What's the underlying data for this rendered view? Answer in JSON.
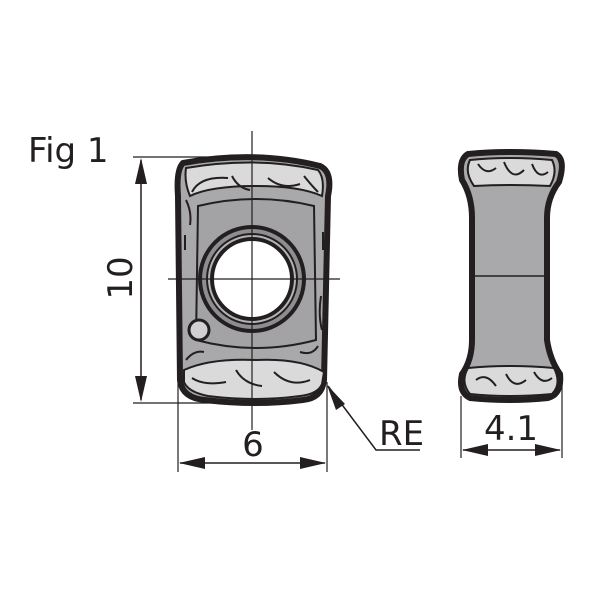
{
  "figure": {
    "caption": "Fig 1"
  },
  "dimensions": {
    "height": "10",
    "width": "6",
    "thickness": "4.1",
    "corner_radius": "RE"
  },
  "colors": {
    "ink": "#231f20",
    "face": "#a9a8aa",
    "face_light": "#dadada",
    "face_dark": "#5a595b",
    "background": "#ffffff"
  }
}
